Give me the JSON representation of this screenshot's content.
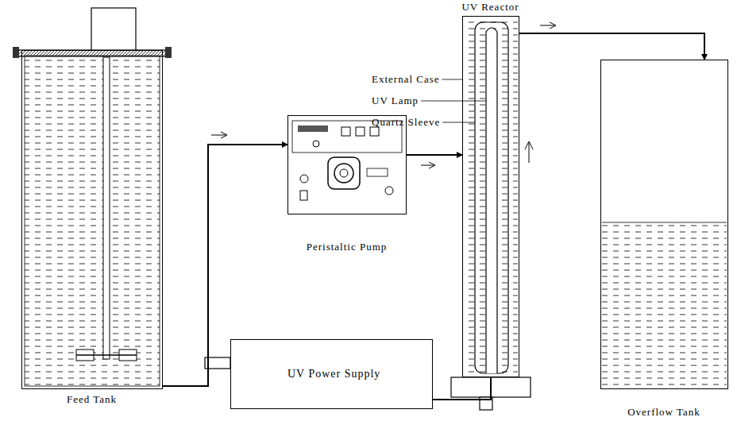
{
  "diagram": {
    "nodes": [
      {
        "text": [
          "Feed Tank"
        ]
      },
      {
        "text": [
          "Peristaltic Pump"
        ]
      },
      {
        "text": [
          "UV Reactor"
        ]
      },
      {
        "text": [
          "Overflow Tank"
        ]
      },
      {
        "text": [
          "UV Power Supply"
        ]
      }
    ],
    "edges": [
      {
        "from": 0,
        "to": 1,
        "arrow": "to"
      },
      {
        "from": 1,
        "to": 2,
        "arrow": "to"
      },
      {
        "from": 2,
        "to": 3,
        "arrow": "to"
      },
      {
        "from": 4,
        "to": 2,
        "arrow": "none"
      }
    ],
    "labels": [
      "External Case",
      "UV Lamp",
      "Quartz Sleeve"
    ]
  }
}
